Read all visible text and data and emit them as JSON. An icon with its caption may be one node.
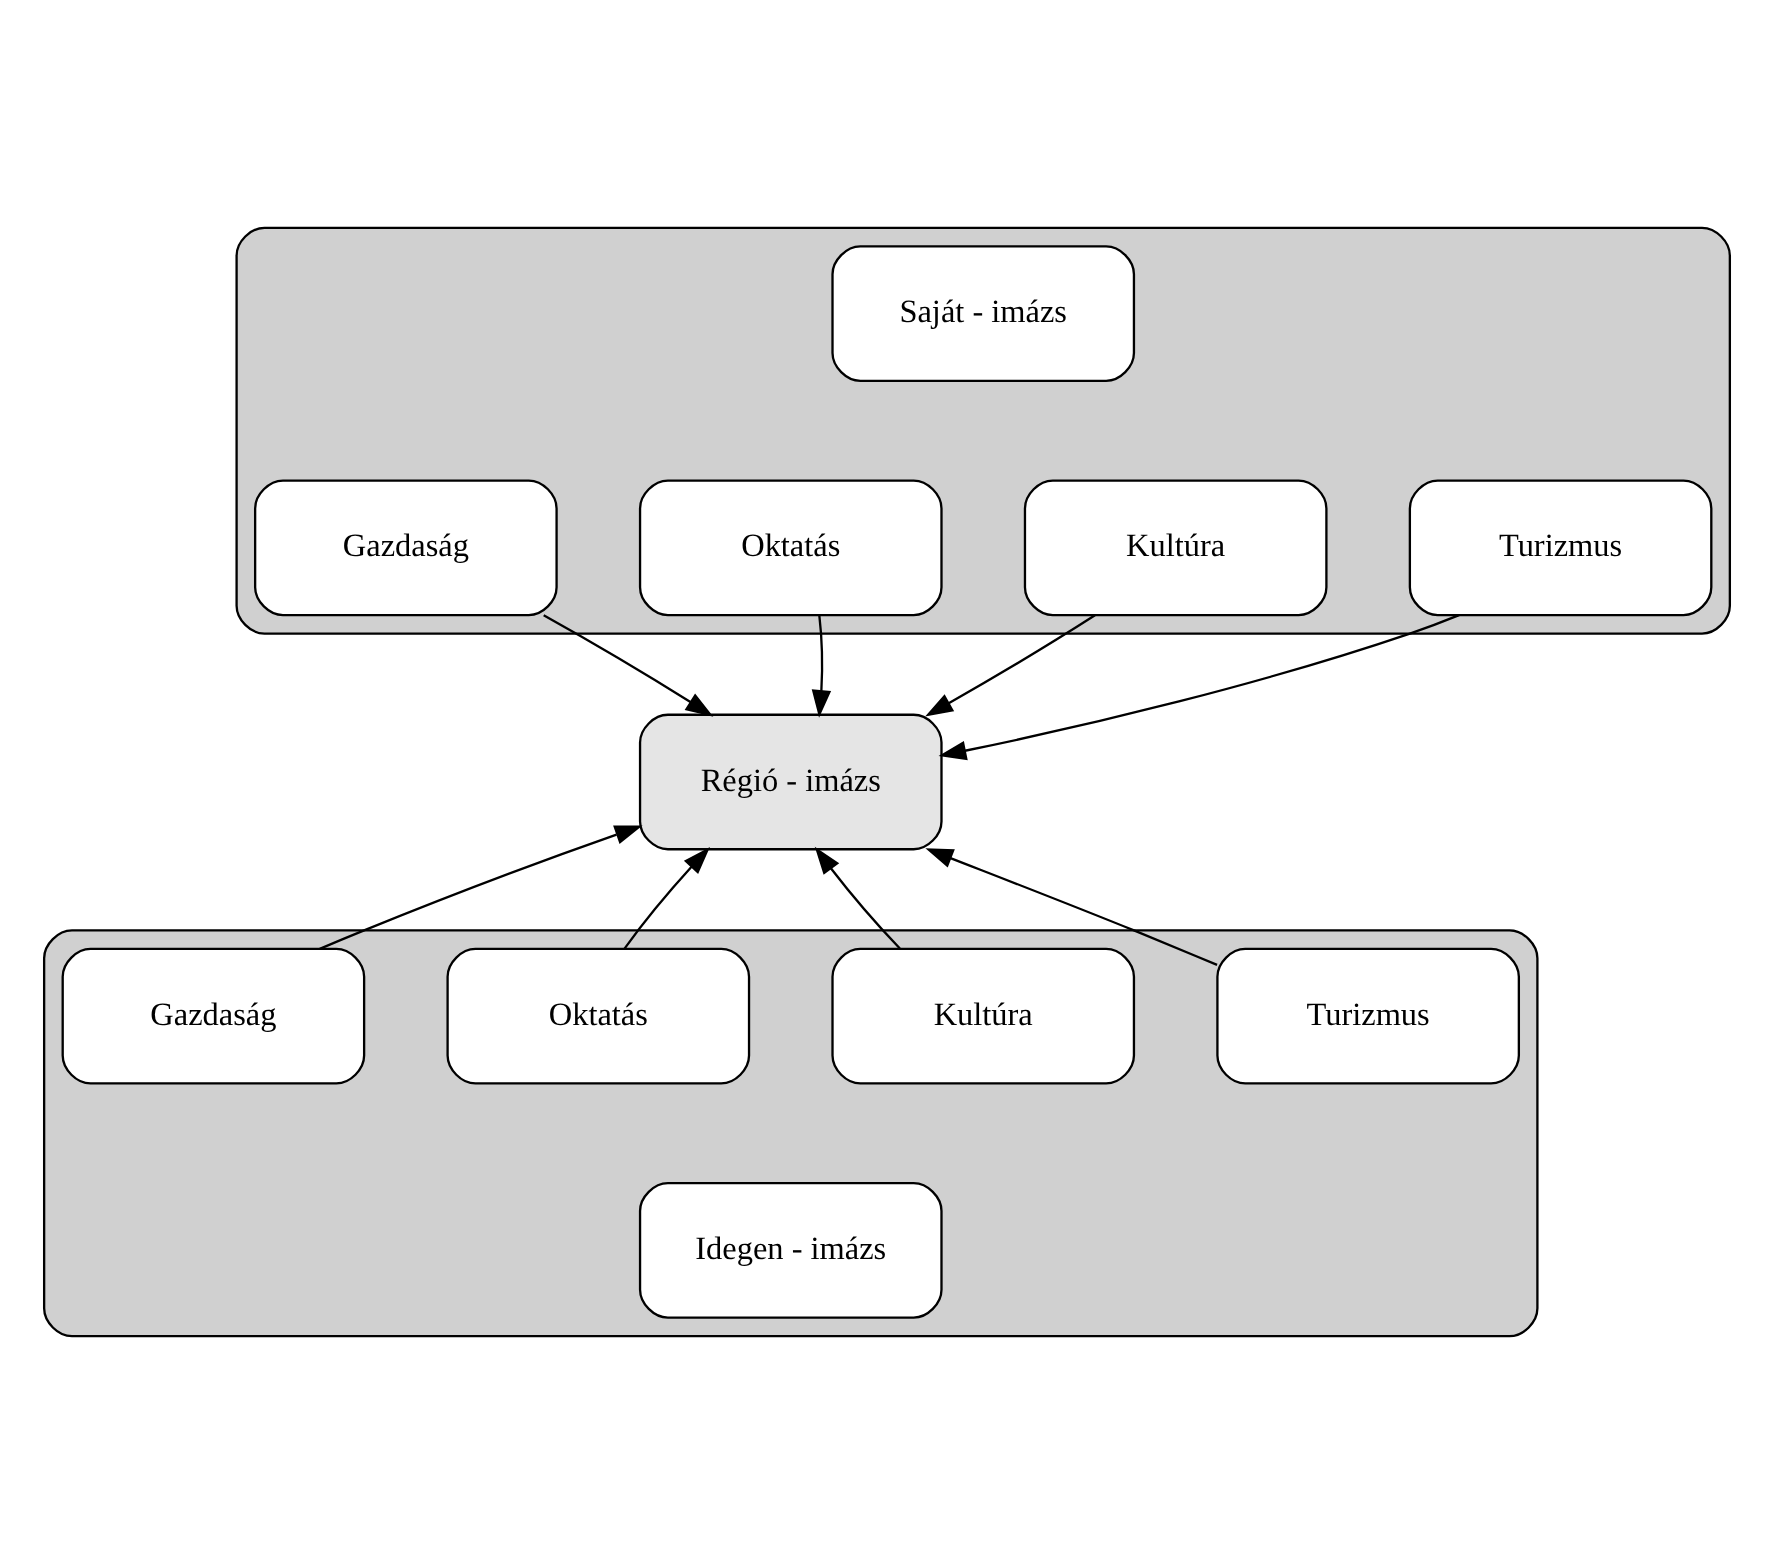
{
  "diagram": {
    "nodes": [
      {
        "text": [],
        "shape": "box"
      },
      {
        "text": [
          "Saját - imázs"
        ],
        "in": 0
      },
      {
        "text": [
          "Gazdaság"
        ],
        "in": 0
      },
      {
        "text": [
          "Oktatás"
        ],
        "in": 0
      },
      {
        "text": [
          "Kultúra"
        ],
        "in": 0
      },
      {
        "text": [
          "Turizmus"
        ],
        "in": 0
      },
      {
        "text": [
          "Régió - imázs"
        ]
      },
      {
        "text": [],
        "shape": "box"
      },
      {
        "text": [
          "Gazdaság"
        ],
        "in": 7
      },
      {
        "text": [
          "Oktatás"
        ],
        "in": 7
      },
      {
        "text": [
          "Kultúra"
        ],
        "in": 7
      },
      {
        "text": [
          "Turizmus"
        ],
        "in": 7
      },
      {
        "text": [
          "Idegen - imázs"
        ],
        "in": 7
      }
    ],
    "edges": [
      {
        "from": 2,
        "to": 6,
        "arrow": "to"
      },
      {
        "from": 3,
        "to": 6,
        "arrow": "to"
      },
      {
        "from": 4,
        "to": 6,
        "arrow": "to"
      },
      {
        "from": 5,
        "to": 6,
        "arrow": "to"
      },
      {
        "from": 8,
        "to": 6,
        "arrow": "to"
      },
      {
        "from": 9,
        "to": 6,
        "arrow": "to"
      },
      {
        "from": 10,
        "to": 6,
        "arrow": "to"
      },
      {
        "from": 11,
        "to": 6,
        "arrow": "to"
      }
    ]
  }
}
